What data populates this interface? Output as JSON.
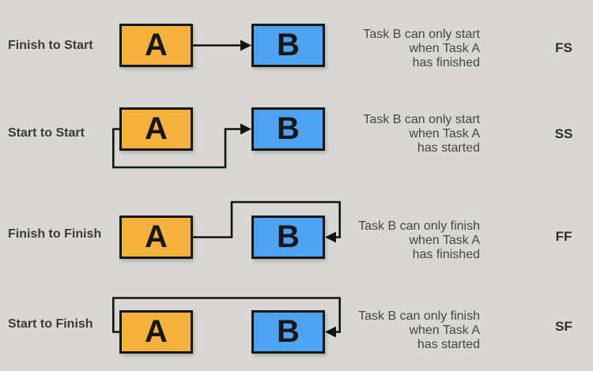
{
  "colors": {
    "background": "#d8d7d4",
    "task_a_fill": "#f4b13e",
    "task_b_fill": "#4da3f2",
    "line": "#131313"
  },
  "rows": [
    {
      "label": "Finish to Start",
      "abbr": "FS",
      "task_a": "A",
      "task_b": "B",
      "description": [
        "Task B can only start",
        "when Task A",
        "has finished"
      ]
    },
    {
      "label": "Start to Start",
      "abbr": "SS",
      "task_a": "A",
      "task_b": "B",
      "description": [
        "Task B can only start",
        "when Task A",
        "has started"
      ]
    },
    {
      "label": "Finish to Finish",
      "abbr": "FF",
      "task_a": "A",
      "task_b": "B",
      "description": [
        "Task B can only finish",
        "when Task A",
        "has finished"
      ]
    },
    {
      "label": "Start to Finish",
      "abbr": "SF",
      "task_a": "A",
      "task_b": "B",
      "description": [
        "Task B can only finish",
        "when Task A",
        "has started"
      ]
    }
  ]
}
